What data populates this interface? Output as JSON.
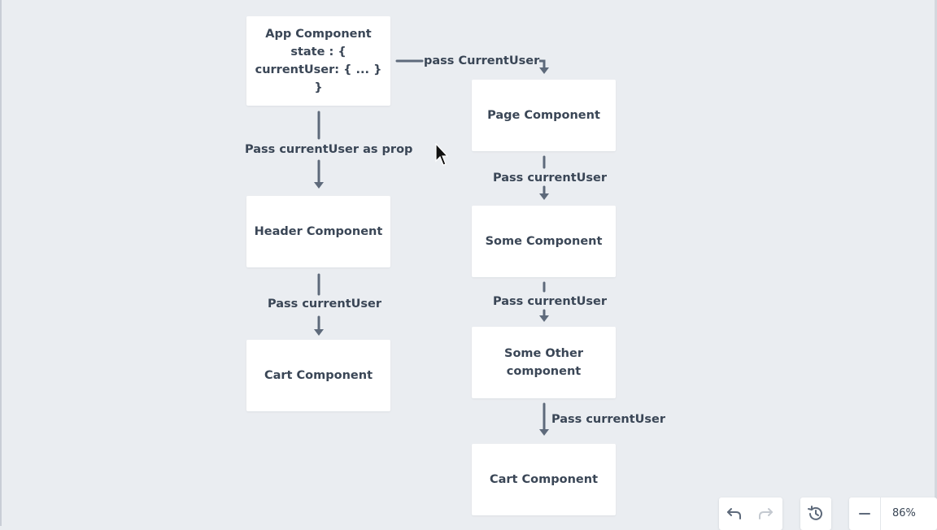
{
  "nodes": {
    "app": "App Component\nstate : {\ncurrentUser: { ... }\n}",
    "header": "Header Component",
    "cart_left": "Cart Component",
    "page": "Page Component",
    "some": "Some Component",
    "some_other": "Some Other\ncomponent",
    "cart_right": "Cart Component"
  },
  "edges": {
    "app_to_page": "pass CurrentUser",
    "app_to_header": "Pass currentUser as prop",
    "header_to_cart": "Pass currentUser",
    "page_to_some": "Pass currentUser",
    "some_to_other": "Pass currentUser",
    "other_to_cart": "Pass currentUser"
  },
  "toolbar": {
    "undo_icon": "undo-icon",
    "redo_icon": "redo-icon",
    "history_icon": "history-icon",
    "zoom_out_icon": "minus-icon",
    "zoom_level": "86%"
  },
  "colors": {
    "canvas": "#eaedf1",
    "node": "#ffffff",
    "edge": "#5e6a7b",
    "text": "#3a4656"
  }
}
